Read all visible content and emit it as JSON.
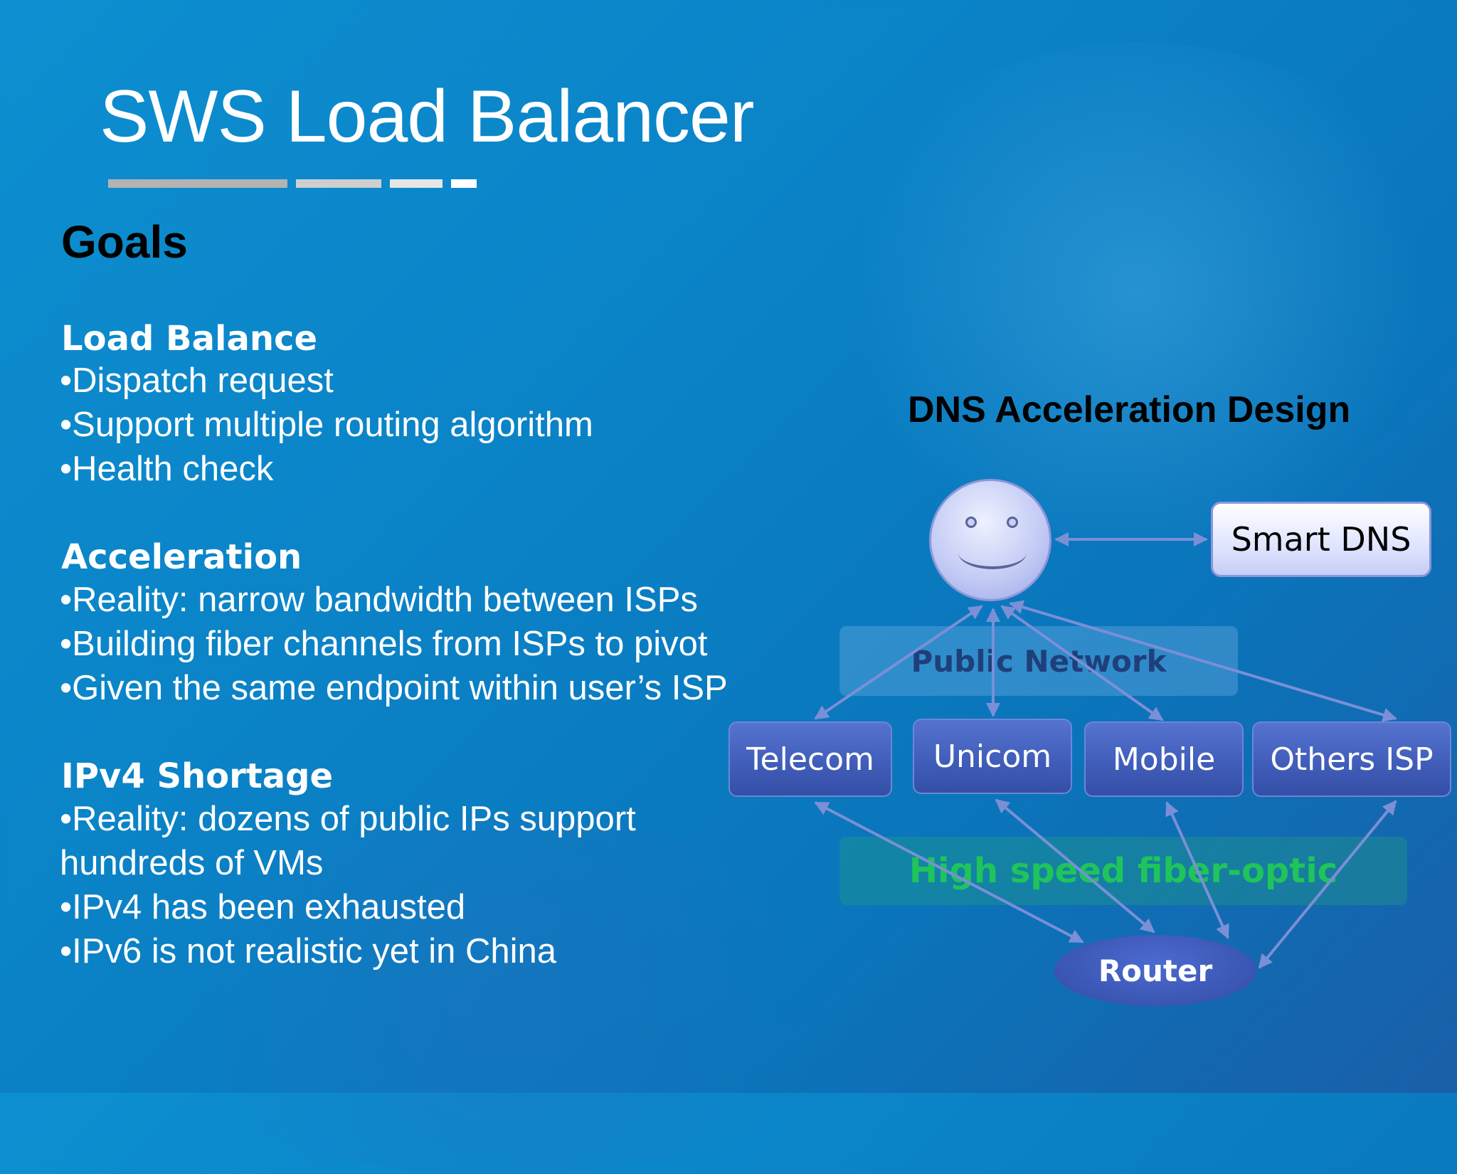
{
  "slide": {
    "title": "SWS Load Balancer",
    "goals_heading": "Goals",
    "sections": [
      {
        "heading": "Load Balance",
        "bullets": [
          "•Dispatch request",
          "•Support multiple routing algorithm",
          "•Health check"
        ]
      },
      {
        "heading": "Acceleration",
        "bullets": [
          "•Reality: narrow bandwidth between ISPs",
          "•Building fiber channels from ISPs to pivot",
          "•Given the same endpoint within user’s ISP"
        ]
      },
      {
        "heading": "IPv4 Shortage",
        "bullets": [
          "•Reality: dozens of public IPs support",
          "hundreds of VMs",
          "•IPv4 has been exhausted",
          "•IPv6 is not realistic yet  in China"
        ]
      }
    ]
  },
  "diagram": {
    "title": "DNS Acceleration Design",
    "user_icon": "smiley-face-icon",
    "smart_dns": "Smart DNS",
    "public_network": "Public Network",
    "fiber": "High speed fiber-optic",
    "isps": [
      "Telecom",
      "Unicom",
      "Mobile",
      "Others ISP"
    ],
    "router": "Router"
  },
  "colors": {
    "background": "#0b84c8",
    "arrow": "#7b8fd6",
    "isp_box": "#3f5cb8",
    "fiber_text": "#1fc45a",
    "public_network_text": "#1f3f7a"
  }
}
